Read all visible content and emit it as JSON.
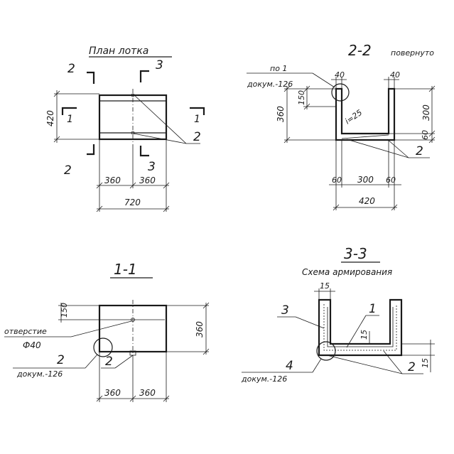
{
  "plan": {
    "title": "План лотка",
    "sec2": "2",
    "sec3": "3",
    "sec1": "1",
    "dim_420": "420",
    "dim_360a": "360",
    "dim_360b": "360",
    "dim_720": "720",
    "callout_2": "2"
  },
  "section22": {
    "title_num": "2-2",
    "title_word": "повернуто",
    "ref_line1": "по 1",
    "ref_line2": "докум.-126",
    "dim_40a": "40",
    "dim_40b": "40",
    "dim_150": "150",
    "dim_360": "360",
    "dim_300v": "300",
    "dim_60v": "60",
    "slope": "i=25",
    "dim_60a": "60",
    "dim_300": "300",
    "dim_60b": "60",
    "dim_420": "420",
    "callout_2": "2"
  },
  "section11": {
    "title": "1-1",
    "dim_150": "150",
    "dim_360v": "360",
    "hole_line1": "отверстие",
    "hole_line2": "Ф40",
    "callout_2a": "2",
    "doc_ref": "докум.-126",
    "callout_2b": "2",
    "dim_360a": "360",
    "dim_360b": "360"
  },
  "section33": {
    "title": "3-3",
    "subtitle": "Схема армирования",
    "dim_15a": "15",
    "label_3": "3",
    "label_1": "1",
    "dim_15b": "15",
    "label_4": "4",
    "doc_ref": "докум.-126",
    "label_2": "2",
    "dim_15c": "15"
  }
}
